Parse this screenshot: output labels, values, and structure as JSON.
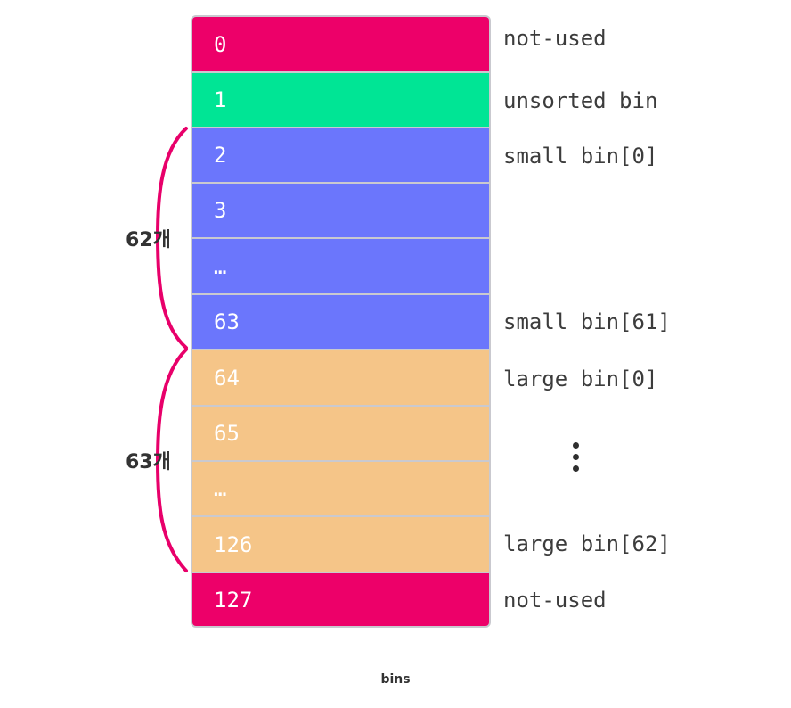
{
  "bins": [
    {
      "label": "0",
      "color": "#ed0069",
      "side": "not-used"
    },
    {
      "label": "1",
      "color": "#00e595",
      "side": "unsorted bin"
    },
    {
      "label": "2",
      "color": "#6b76fc",
      "side": "small bin[0]"
    },
    {
      "label": "3",
      "color": "#6b76fc",
      "side": ""
    },
    {
      "label": "…",
      "color": "#6b76fc",
      "side": ""
    },
    {
      "label": "63",
      "color": "#6b76fc",
      "side": "small bin[61]"
    },
    {
      "label": "64",
      "color": "#f5c588",
      "side": "large bin[0]"
    },
    {
      "label": "65",
      "color": "#f5c588",
      "side": ""
    },
    {
      "label": "…",
      "color": "#f5c588",
      "side": ""
    },
    {
      "label": "126",
      "color": "#f5c588",
      "side": "large bin[62]"
    },
    {
      "label": "127",
      "color": "#ed0069",
      "side": "not-used"
    }
  ],
  "groups": {
    "small": {
      "count_label": "62개"
    },
    "large": {
      "count_label": "63개"
    }
  },
  "brace_color": "#e8006a",
  "caption": "bins"
}
